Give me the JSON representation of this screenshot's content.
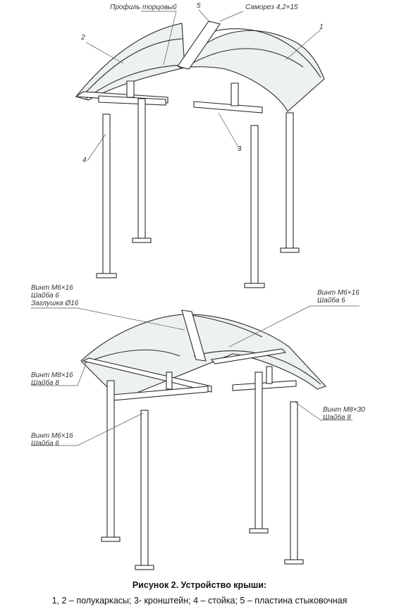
{
  "figure": {
    "title": "Рисунок 2. Устройство крыши:",
    "legend": "1, 2 – полукаркасы; 3- кронштейн; 4 – стойка; 5 – пластина стыковочная"
  },
  "top_view": {
    "labels": {
      "profile": "Профиль торцовый",
      "n5": "5",
      "screw": "Саморез 4,2×15",
      "n1": "1",
      "n2": "2",
      "n3": "3",
      "n4": "4"
    }
  },
  "bottom_view": {
    "labels": {
      "tl1": "Винт М6×16",
      "tl2": "Шайба 6",
      "tl3": "Заглушка Ø16",
      "tr1": "Винт М6×16",
      "tr2": "Шайба 6",
      "ml1": "Винт М8×16",
      "ml2": "Шайба 8",
      "mr1": "Винт М8×30",
      "mr2": "Шайба 8",
      "bl1": "Винт М6×16",
      "bl2": "Шайба 6"
    }
  }
}
